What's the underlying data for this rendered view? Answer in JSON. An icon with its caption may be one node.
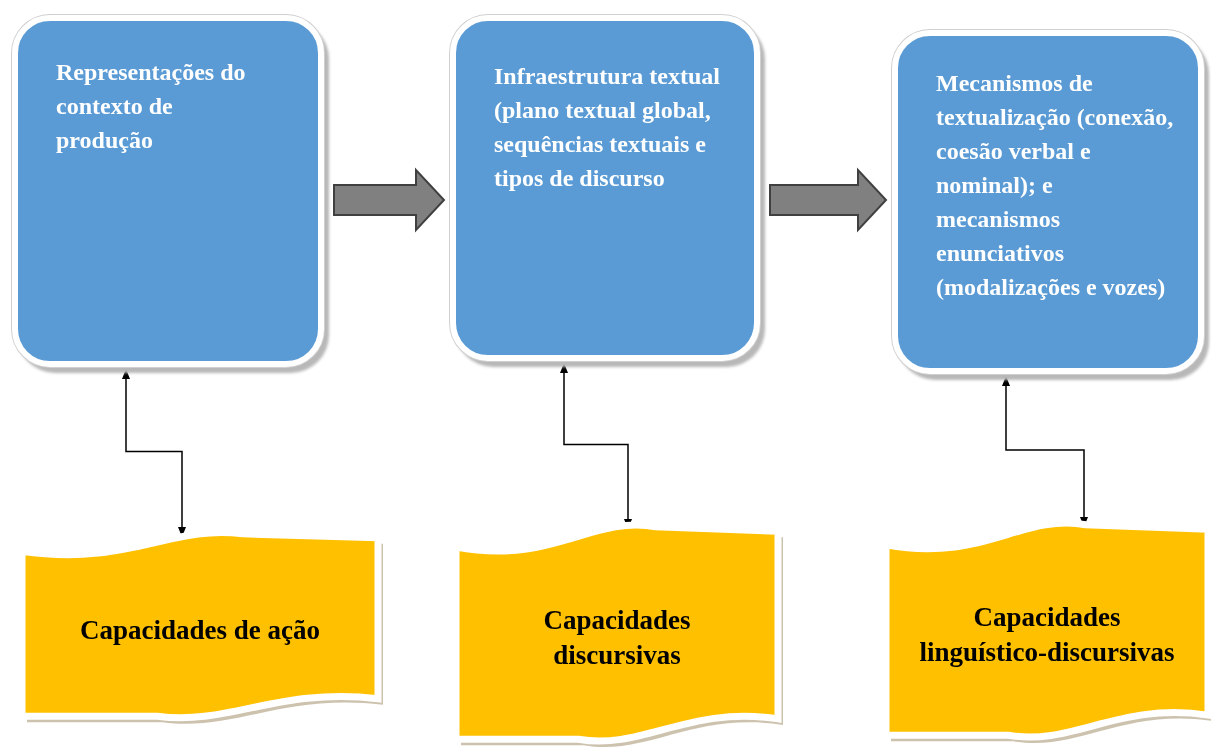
{
  "diagram": {
    "nodes": [
      {
        "text": [
          "Representações do contexto de produção"
        ]
      },
      {
        "text": [
          "Infraestrutura textual (plano textual global, sequências textuais e tipos de discurso"
        ]
      },
      {
        "text": [
          "Mecanismos de textualização (conexão, coesão verbal e nominal); e mecanismos enunciativos (modalizações e vozes)"
        ]
      },
      {
        "text": [
          "Capacidades de ação"
        ]
      },
      {
        "text": [
          "Capacidades discursivas"
        ]
      },
      {
        "text": [
          "Capacidades linguístico-discursivas"
        ]
      }
    ],
    "edges": [
      {
        "from": 0,
        "to": 1,
        "arrow": "to",
        "style": "thick",
        "color": "#808080"
      },
      {
        "from": 1,
        "to": 2,
        "arrow": "to",
        "style": "thick",
        "color": "#808080"
      },
      {
        "from": 0,
        "to": 3,
        "arrow": "both"
      },
      {
        "from": 1,
        "to": 4,
        "arrow": "both"
      },
      {
        "from": 2,
        "to": 5,
        "arrow": "both"
      }
    ]
  }
}
